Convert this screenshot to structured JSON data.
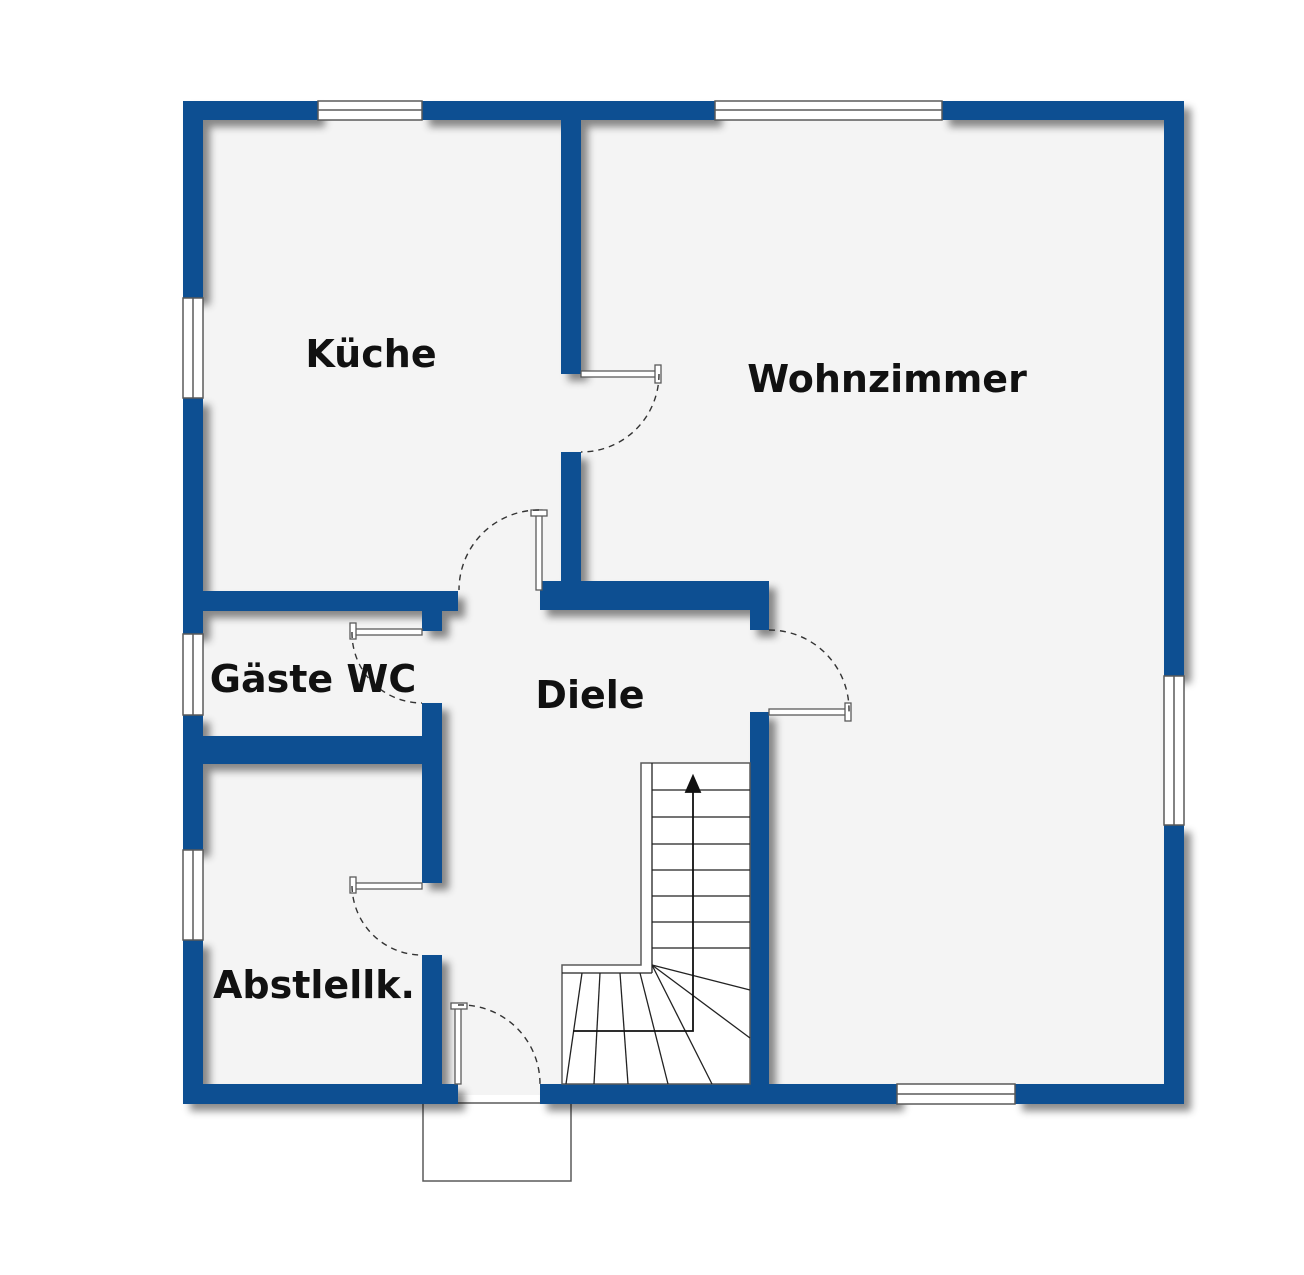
{
  "colors": {
    "wall": "#0b4f92",
    "floor": "#f4f4f4",
    "outline": "#5a5a5a",
    "label": "#111111"
  },
  "rooms": {
    "kueche": "Küche",
    "wohnzimmer": "Wohnzimmer",
    "gaeste_wc": "Gäste WC",
    "diele": "Diele",
    "abstellk": "Abstlellk."
  },
  "icons": {
    "stair_direction": "arrow-up-icon"
  }
}
